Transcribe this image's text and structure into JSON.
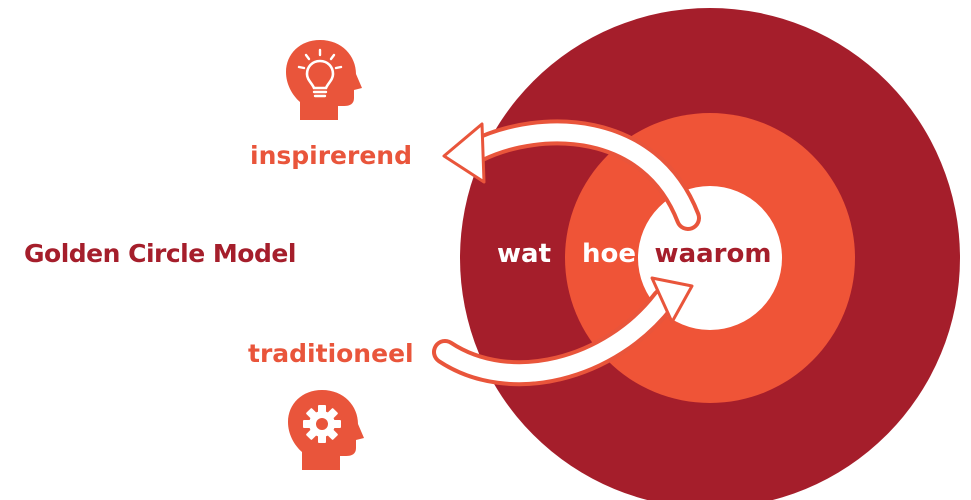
{
  "title": "Golden Circle Model",
  "circles": {
    "outer_label": "wat",
    "middle_label": "hoe",
    "inner_label": "waarom"
  },
  "paths": {
    "top_label": "inspirerend",
    "bottom_label": "traditioneel"
  },
  "icons": {
    "top": "lightbulb-head-icon",
    "bottom": "gear-head-icon"
  },
  "colors": {
    "outer": "#A51E2B",
    "middle": "#EF5437",
    "inner": "#FFFFFF",
    "accent": "#E9553B",
    "title": "#A51E2B"
  }
}
